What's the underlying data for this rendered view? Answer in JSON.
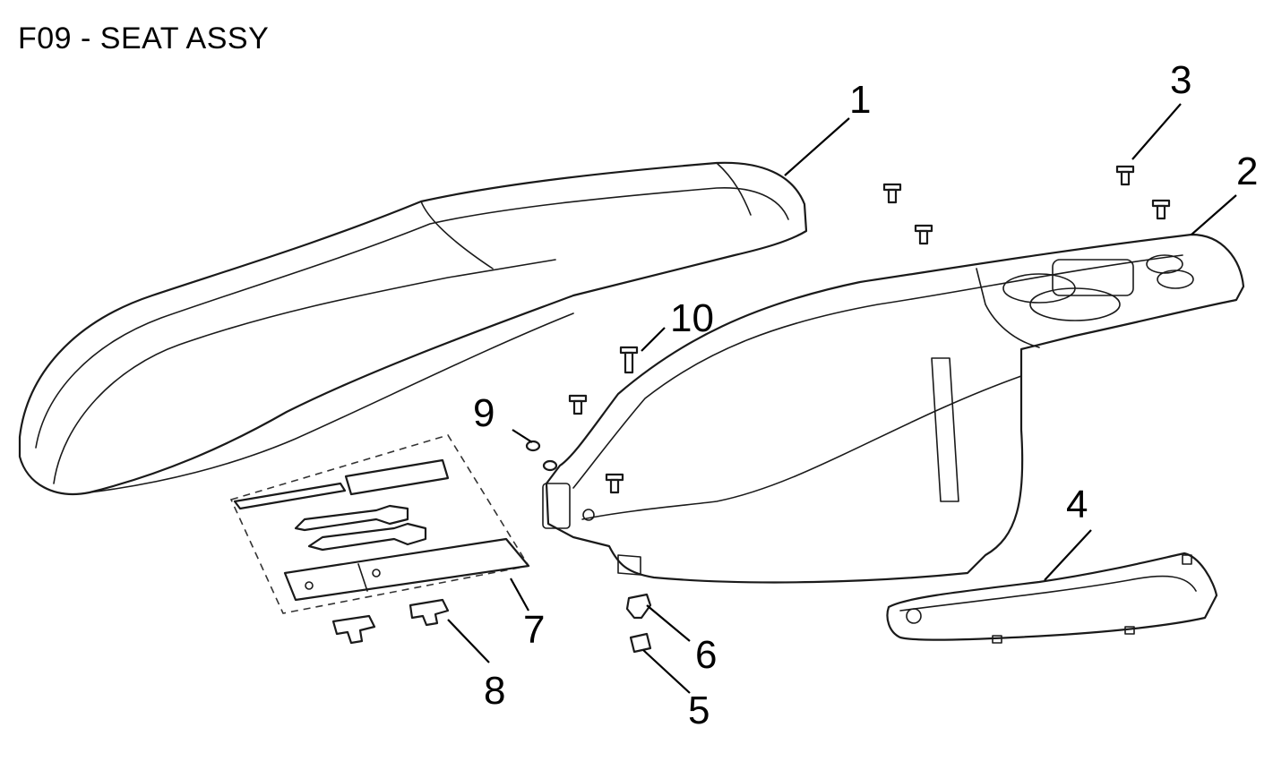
{
  "title": "F09 - SEAT ASSY",
  "callouts": [
    {
      "id": "c1",
      "label": "1"
    },
    {
      "id": "c2",
      "label": "2"
    },
    {
      "id": "c3",
      "label": "3"
    },
    {
      "id": "c4",
      "label": "4"
    },
    {
      "id": "c5",
      "label": "5"
    },
    {
      "id": "c6",
      "label": "6"
    },
    {
      "id": "c7",
      "label": "7"
    },
    {
      "id": "c8",
      "label": "8"
    },
    {
      "id": "c9",
      "label": "9"
    },
    {
      "id": "c10",
      "label": "10"
    }
  ]
}
